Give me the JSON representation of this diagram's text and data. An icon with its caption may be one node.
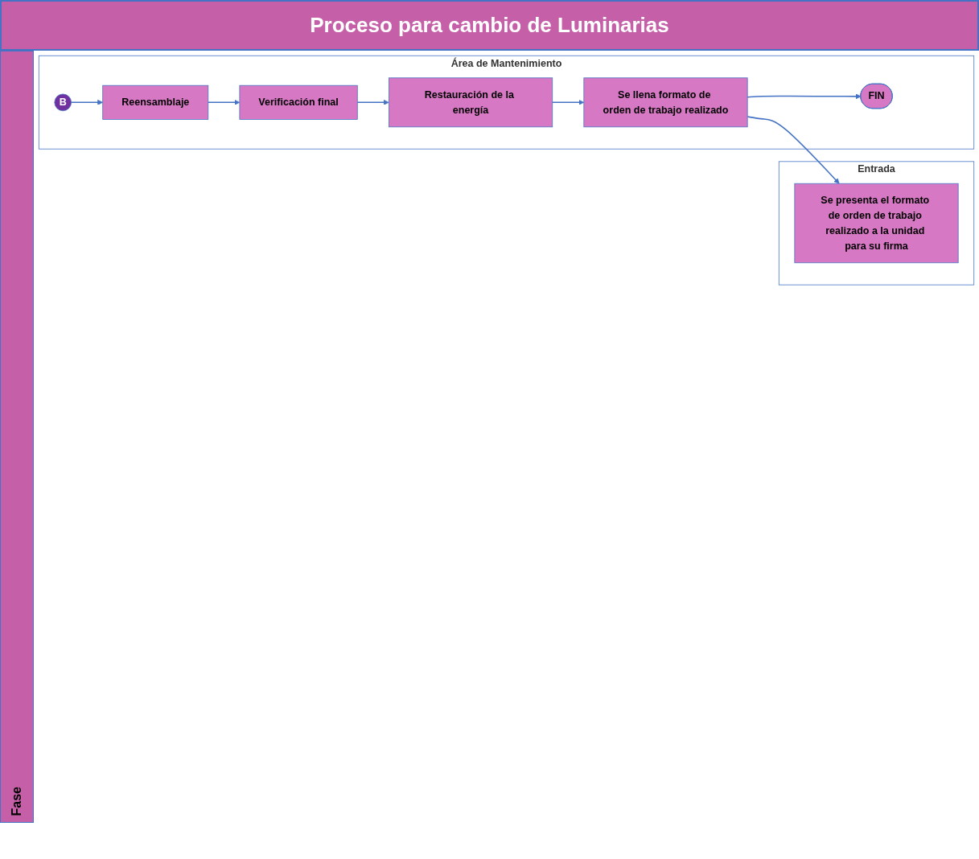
{
  "diagram": {
    "title": "Proceso para cambio de Luminarias",
    "nodes": [
      {
        "text": [
          "Entrada"
        ]
      },
      {
        "text": [
          "Área de Mantenimiento"
        ]
      },
      {
        "text": [
          "B"
        ],
        "in": 1
      },
      {
        "text": [
          "Reensamblaje"
        ],
        "in": 1
      },
      {
        "text": [
          "Verificación final"
        ],
        "in": 1
      },
      {
        "text": [
          "Restauración de la energía"
        ],
        "in": 1
      },
      {
        "text": [
          "Se llena formato de orden de trabajo realizado"
        ],
        "in": 1
      },
      {
        "text": [
          "Se presenta el formato de orden de trabajo realizado a la unidad para su firma"
        ],
        "in": 0
      },
      {
        "text": [
          "FIN"
        ],
        "in": 1
      }
    ],
    "edges": [
      {
        "from": 2,
        "to": 3,
        "arrow": "to"
      },
      {
        "from": 3,
        "to": 4,
        "arrow": "to"
      },
      {
        "from": 4,
        "to": 5,
        "arrow": "to"
      },
      {
        "from": 5,
        "to": 6,
        "arrow": "to"
      },
      {
        "from": 6,
        "to": 7,
        "arrow": "to"
      },
      {
        "from": 6,
        "to": 8,
        "arrow": "to"
      }
    ],
    "labels": [
      "Fase"
    ]
  }
}
